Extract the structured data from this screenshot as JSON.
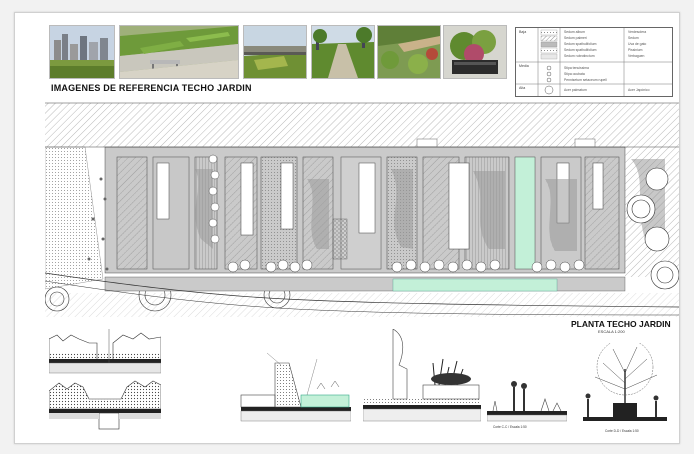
{
  "titles": {
    "reference_images": "IMAGENES DE REFERENCIA TECHO JARDIN",
    "plan": "PLANTA TECHO JARDIN",
    "plan_scale": "ESCALA 1:200"
  },
  "legend": {
    "categories": [
      "Baja",
      "Media",
      "Alta"
    ],
    "species_col1": [
      "Sedum album",
      "Sedum palmeri",
      "Sedum spathulifolium",
      "Sedum spathulifolium",
      "Sedum rubrotinctum",
      "Stipa tenuissima",
      "Stipa ocubata",
      "Pennisetum setaceum rupell",
      "Acer palmatum"
    ],
    "species_col2": [
      "Verdesolera",
      "Sedum",
      "Uva de gato",
      "Pissinium",
      "Verbaguen",
      "",
      "",
      "",
      "Acer Japónico"
    ]
  },
  "sections": {
    "labels": [
      "Corte C-C / Escala 1:50",
      "Corte D-D / Escala 1:50"
    ]
  },
  "colors": {
    "water": "#c3f0d8",
    "hatch": "#8a8a8a",
    "photo_sky": "#b9cde0",
    "grass": "#6f9a3a"
  }
}
